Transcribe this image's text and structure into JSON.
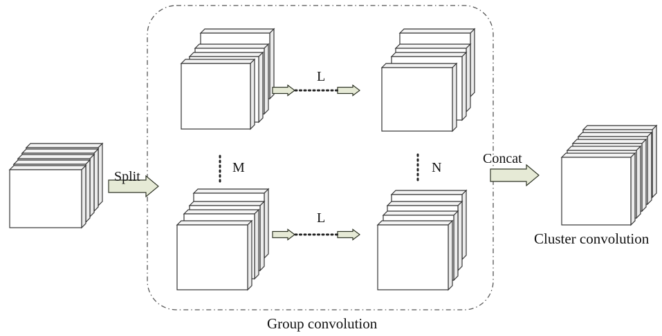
{
  "diagram": {
    "labels": {
      "split": "Split",
      "concat": "Concat",
      "l_top": "L",
      "l_bottom": "L",
      "m": "M",
      "n": "N",
      "group_caption": "Group convolution",
      "cluster_caption": "Cluster convolution"
    },
    "colors": {
      "arrow_fill": "#e6ead6",
      "arrow_stroke": "#2f3526",
      "frame_stroke": "#555555",
      "line": "#333333"
    }
  }
}
